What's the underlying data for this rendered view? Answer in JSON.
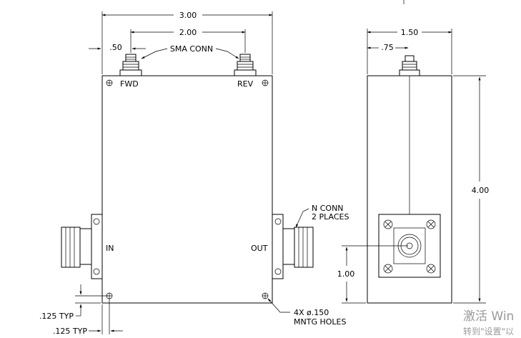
{
  "dimensions": {
    "overall_width": "3.00",
    "connector_spacing": "2.00",
    "connector_offset": ".50",
    "side_width": "1.50",
    "side_center": ".75",
    "height": "4.00",
    "n_conn_height": "1.00",
    "hole_offset_1": ".125 TYP",
    "hole_offset_2": ".125 TYP"
  },
  "labels": {
    "sma_conn": "SMA CONN",
    "fwd": "FWD",
    "rev": "REV",
    "in": "IN",
    "out": "OUT",
    "n_conn_line1": "N CONN",
    "n_conn_line2": "2 PLACES",
    "holes_line1": "4X ø.150",
    "holes_line2": "MNTG HOLES"
  },
  "watermark": {
    "line1": "激活 Win",
    "line2": "转到\"设置\"以"
  }
}
